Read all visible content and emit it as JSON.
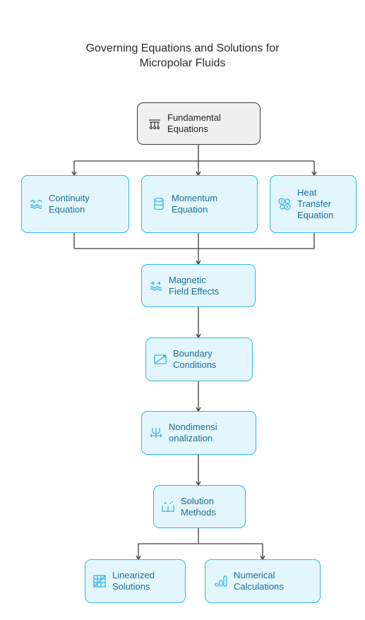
{
  "title": {
    "line1": "Governing Equations and Solutions for",
    "line2": "Micropolar Fluids"
  },
  "nodes": {
    "fundamental": {
      "line1": "Fundamental",
      "line2": "Equations",
      "icon": "columns-icon"
    },
    "continuity": {
      "line1": "Continuity",
      "line2": "Equation",
      "icon": "flow-waves-icon"
    },
    "momentum": {
      "line1": "Momentum",
      "line2": "Equation",
      "icon": "cylinder-icon"
    },
    "heat": {
      "line1": "Heat",
      "line2": "Transfer",
      "line3": "Equation",
      "icon": "thermometer-icon"
    },
    "magnetic": {
      "line1": "Magnetic",
      "line2": "Field Effects",
      "icon": "field-waves-icon"
    },
    "boundary": {
      "line1": "Boundary",
      "line2": "Conditions",
      "icon": "boundary-box-icon"
    },
    "nondim": {
      "line1": "Nondimensi",
      "line2": "onalization",
      "icon": "trident-icon"
    },
    "solution": {
      "line1": "Solution",
      "line2": "Methods",
      "icon": "book-sparkle-icon"
    },
    "linearized": {
      "line1": "Linearized",
      "line2": "Solutions",
      "icon": "grid-icon"
    },
    "numerical": {
      "line1": "Numerical",
      "line2": "Calculations",
      "icon": "bar-chart-icon"
    }
  },
  "colors": {
    "node_border": "#33b6e6",
    "node_fill": "#e4f6fd",
    "node_text": "#1b6f96",
    "root_border": "#3d3d3d",
    "root_fill": "#f0f0f0",
    "connector": "#3d3d3d"
  }
}
